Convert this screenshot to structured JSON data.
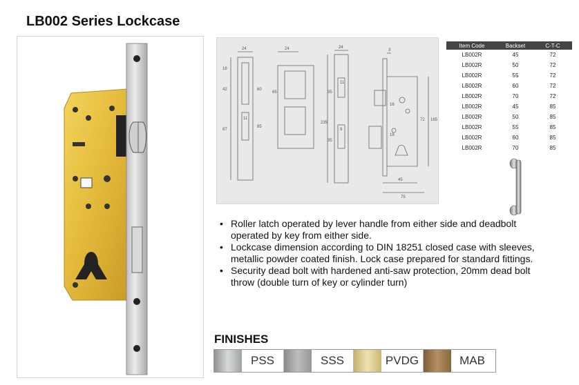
{
  "title": "LB002 Series Lockcase",
  "drawing": {
    "dims": {
      "d24a": "24",
      "d24b": "24",
      "d24c": "24",
      "d3": "3",
      "d16": "16",
      "d42": "42",
      "d60": "60",
      "d65": "65",
      "d235": "235",
      "d85": "85",
      "d87": "87",
      "d11a": "11",
      "d11b": "11",
      "d35a": "35",
      "d35b": "35",
      "d9": "9",
      "d18": "18",
      "d72": "72",
      "d165": "165",
      "d45": "45",
      "d75": "75",
      "d16b": "16"
    }
  },
  "spec_table": {
    "headers": [
      "Item Code",
      "Backset",
      "C-T-C"
    ],
    "rows": [
      [
        "LB002R",
        "45",
        "72"
      ],
      [
        "LB002R",
        "50",
        "72"
      ],
      [
        "LB002R",
        "55",
        "72"
      ],
      [
        "LB002R",
        "60",
        "72"
      ],
      [
        "LB002R",
        "70",
        "72"
      ],
      [
        "LB002R",
        "45",
        "85"
      ],
      [
        "LB002R",
        "50",
        "85"
      ],
      [
        "LB002R",
        "55",
        "85"
      ],
      [
        "LB002R",
        "60",
        "85"
      ],
      [
        "LB002R",
        "70",
        "85"
      ]
    ]
  },
  "features": [
    "Roller latch operated by lever handle from either side and deadbolt operated by key from either side.",
    "Lockcase dimension according to DIN 18251 closed case with sleeves, metallic powder coated finish. Lock case prepared for standard fittings.",
    "Security dead bolt with hardened anti-saw protection, 20mm dead bolt throw (double turn of key or cylinder turn)"
  ],
  "finishes": {
    "title": "FINISHES",
    "items": [
      {
        "label": "PSS",
        "color": "#b9bcbd"
      },
      {
        "label": "SSS",
        "color": "#a9aaa8"
      },
      {
        "label": "PVDG",
        "color": "#dcc88a"
      },
      {
        "label": "MAB",
        "color": "#9c7a52"
      }
    ]
  },
  "colors": {
    "case_gold": "#e4be3a",
    "faceplate": "#cfcfcf",
    "table_header": "#444444",
    "drawing_bg": "#e9e9e9"
  }
}
